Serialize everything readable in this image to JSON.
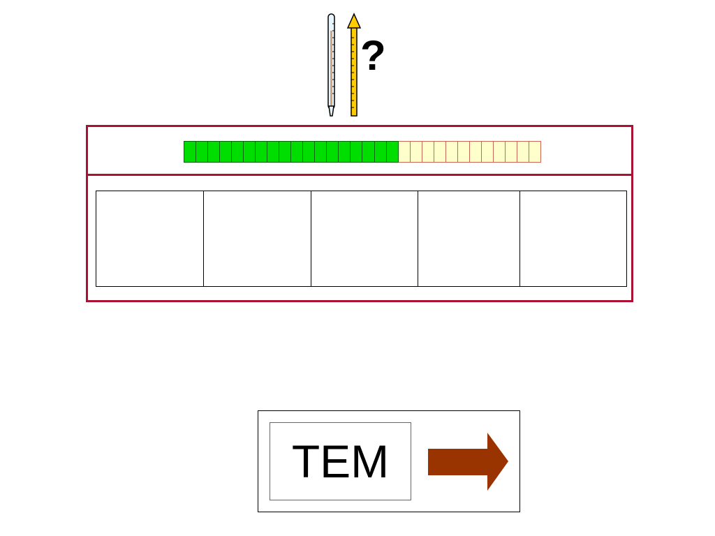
{
  "hint": {
    "question_mark": "?"
  },
  "progress": {
    "completed": 18,
    "total": 30
  },
  "answers": {
    "slots": [
      "",
      "",
      "",
      "",
      ""
    ]
  },
  "word_card": {
    "word": "TEM"
  },
  "icons": {
    "thermometer": "thermometer-icon",
    "up_arrow": "up-arrow-icon",
    "next_arrow": "next-arrow-icon"
  },
  "colors": {
    "panel_border": "#aa1133",
    "progress_done": "#00dd00",
    "progress_todo": "#ffffcc",
    "next_arrow": "#993300",
    "up_arrow": "#ffcc00"
  }
}
